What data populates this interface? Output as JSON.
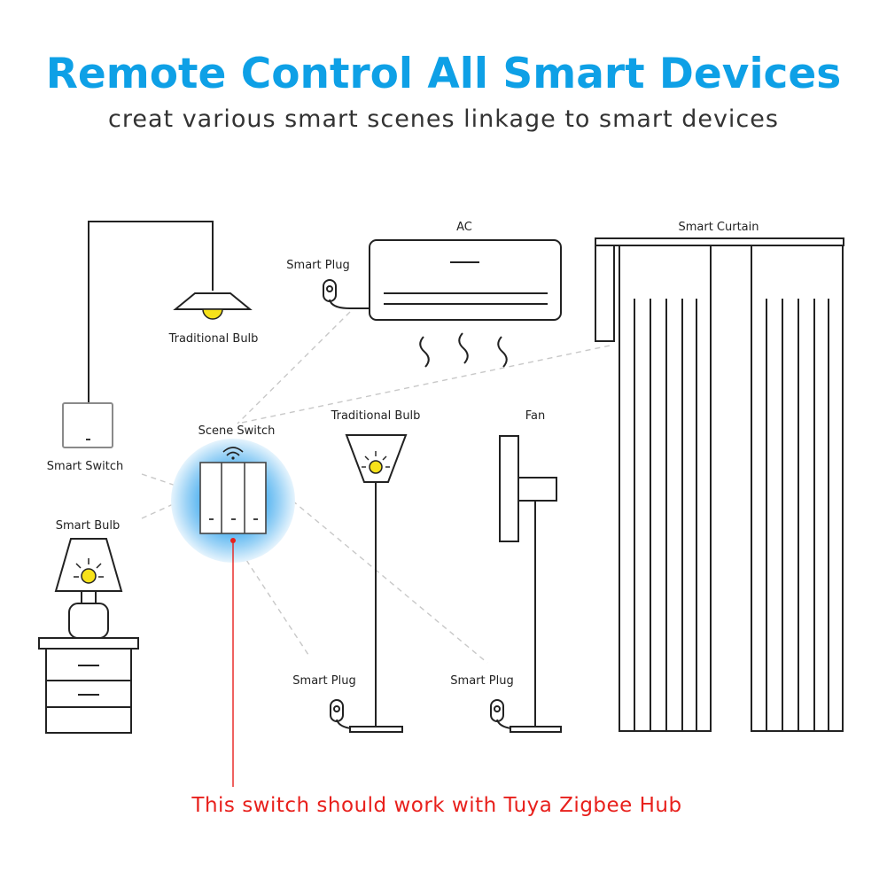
{
  "header": {
    "title": "Remote Control All Smart Devices",
    "subtitle": "creat various smart scenes linkage to smart devices"
  },
  "labels": {
    "traditional_bulb_top": "Traditional Bulb",
    "smart_switch": "Smart  Switch",
    "smart_bulb": "Smart Bulb",
    "scene_switch": "Scene Switch",
    "smart_plug_ac": "Smart Plug",
    "ac": "AC",
    "smart_curtain": "Smart Curtain",
    "traditional_bulb_floor": "Traditional Bulb",
    "fan": "Fan",
    "smart_plug_floor": "Smart Plug",
    "smart_plug_fan": "Smart Plug"
  },
  "footer": {
    "note": "This switch should work with Tuya Zigbee Hub"
  },
  "colors": {
    "title": "#0ea0e6",
    "note": "#e8201c",
    "bulb": "#f7e21a",
    "glow": "#2aa6ea"
  }
}
